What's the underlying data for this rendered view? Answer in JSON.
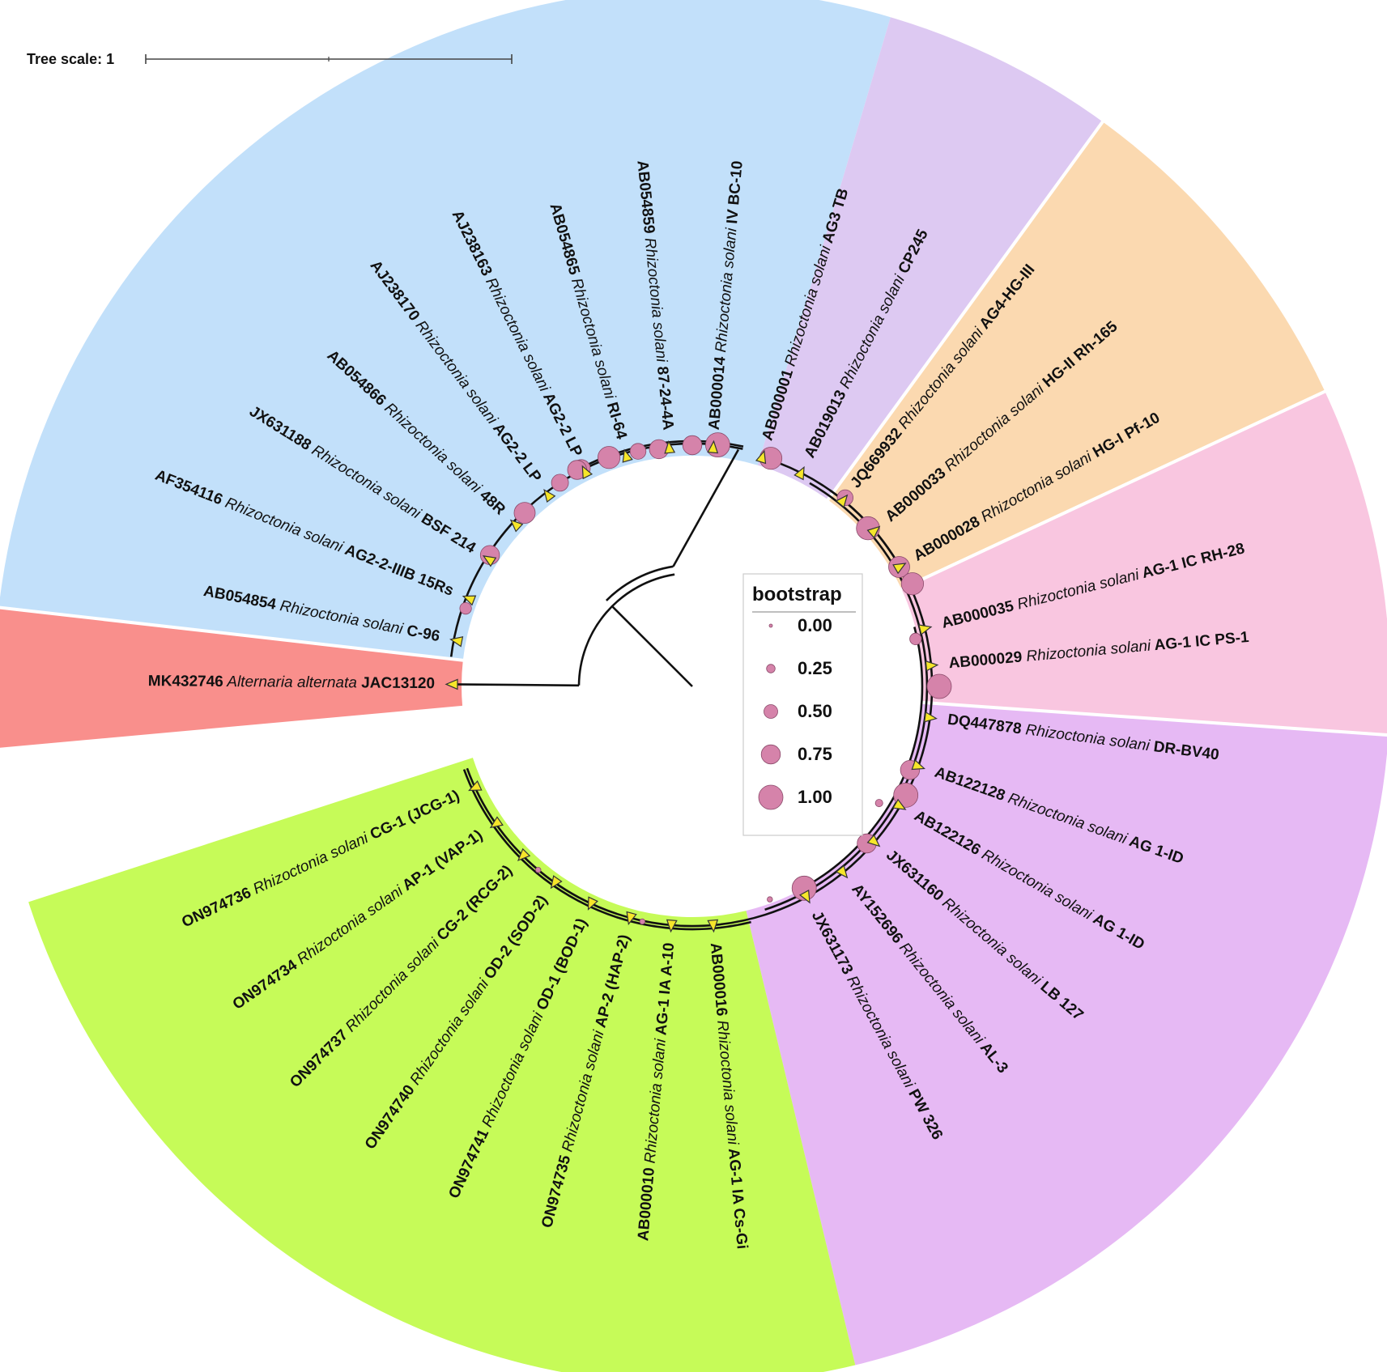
{
  "scale_bar": {
    "label": "Tree scale: 1"
  },
  "legend": {
    "title": "bootstrap",
    "items": [
      {
        "label": "0.00",
        "value": 0.0
      },
      {
        "label": "0.25",
        "value": 0.25
      },
      {
        "label": "0.50",
        "value": 0.5
      },
      {
        "label": "0.75",
        "value": 0.75
      },
      {
        "label": "1.00",
        "value": 1.0
      }
    ]
  },
  "clade_colors": {
    "blue": "#c2e0fa",
    "lavender": "#ddc9f2",
    "peach": "#fbd9b0",
    "pink": "#f9c6e0",
    "purple": "#e6b9f4",
    "green": "#c6fb58",
    "red": "#f98f8c"
  },
  "leaves": [
    {
      "accession": "MK432746",
      "genus": "Alternaria",
      "species": "alternata",
      "strain": "JAC13120",
      "clade": "red"
    },
    {
      "accession": "AB054854",
      "genus": "Rhizoctonia",
      "species": "solani",
      "strain": "C-96",
      "clade": "blue"
    },
    {
      "accession": "AF354116",
      "genus": "Rhizoctonia",
      "species": "solani",
      "strain": "AG2-2-IIIB 15Rs",
      "clade": "blue"
    },
    {
      "accession": "JX631188",
      "genus": "Rhizoctonia",
      "species": "solani",
      "strain": "BSF 214",
      "clade": "blue"
    },
    {
      "accession": "AB054866",
      "genus": "Rhizoctonia",
      "species": "solani",
      "strain": "48R",
      "clade": "blue"
    },
    {
      "accession": "AJ238170",
      "genus": "Rhizoctonia",
      "species": "solani",
      "strain": "AG2-2 LP",
      "clade": "blue"
    },
    {
      "accession": "AJ238163",
      "genus": "Rhizoctonia",
      "species": "solani",
      "strain": "AG2-2 LP",
      "clade": "blue"
    },
    {
      "accession": "AB054865",
      "genus": "Rhizoctonia",
      "species": "solani",
      "strain": "RI-64",
      "clade": "blue"
    },
    {
      "accession": "AB054859",
      "genus": "Rhizoctonia",
      "species": "solani",
      "strain": "87-24-4A",
      "clade": "blue"
    },
    {
      "accession": "AB000014",
      "genus": "Rhizoctonia",
      "species": "solani",
      "strain": "IV BC-10",
      "clade": "blue"
    },
    {
      "accession": "AB000001",
      "genus": "Rhizoctonia",
      "species": "solani",
      "strain": "AG3 TB",
      "clade": "lavender"
    },
    {
      "accession": "AB019013",
      "genus": "Rhizoctonia",
      "species": "solani",
      "strain": "CP245",
      "clade": "lavender"
    },
    {
      "accession": "JQ669932",
      "genus": "Rhizoctonia",
      "species": "solani",
      "strain": "AG4-HG-III",
      "clade": "peach"
    },
    {
      "accession": "AB000033",
      "genus": "Rhizoctonia",
      "species": "solani",
      "strain": "HG-II Rh-165",
      "clade": "peach"
    },
    {
      "accession": "AB000028",
      "genus": "Rhizoctonia",
      "species": "solani",
      "strain": "HG-I Pf-10",
      "clade": "peach"
    },
    {
      "accession": "AB000035",
      "genus": "Rhizoctonia",
      "species": "solani",
      "strain": "AG-1 IC RH-28",
      "clade": "pink"
    },
    {
      "accession": "AB000029",
      "genus": "Rhizoctonia",
      "species": "solani",
      "strain": "AG-1 IC PS-1",
      "clade": "pink"
    },
    {
      "accession": "DQ447878",
      "genus": "Rhizoctonia",
      "species": "solani",
      "strain": "DR-BV40",
      "clade": "purple"
    },
    {
      "accession": "AB122128",
      "genus": "Rhizoctonia",
      "species": "solani",
      "strain": "AG 1-ID",
      "clade": "purple"
    },
    {
      "accession": "AB122126",
      "genus": "Rhizoctonia",
      "species": "solani",
      "strain": "AG 1-ID",
      "clade": "purple"
    },
    {
      "accession": "JX631160",
      "genus": "Rhizoctonia",
      "species": "solani",
      "strain": "LB 127",
      "clade": "purple"
    },
    {
      "accession": "AY152696",
      "genus": "Rhizoctonia",
      "species": "solani",
      "strain": "AL-3",
      "clade": "purple"
    },
    {
      "accession": "JX631173",
      "genus": "Rhizoctonia",
      "species": "solani",
      "strain": "PW 326",
      "clade": "purple"
    },
    {
      "accession": "AB000016",
      "genus": "Rhizoctonia",
      "species": "solani",
      "strain": "AG-1 IA Cs-Gi",
      "clade": "green"
    },
    {
      "accession": "AB000010",
      "genus": "Rhizoctonia",
      "species": "solani",
      "strain": "AG-1 IA A-10",
      "clade": "green"
    },
    {
      "accession": "ON974735",
      "genus": "Rhizoctonia",
      "species": "solani",
      "strain": "AP-2 (HAP-2)",
      "clade": "green"
    },
    {
      "accession": "ON974741",
      "genus": "Rhizoctonia",
      "species": "solani",
      "strain": "OD-1 (BOD-1)",
      "clade": "green"
    },
    {
      "accession": "ON974740",
      "genus": "Rhizoctonia",
      "species": "solani",
      "strain": "OD-2 (SOD-2)",
      "clade": "green"
    },
    {
      "accession": "ON974737",
      "genus": "Rhizoctonia",
      "species": "solani",
      "strain": "CG-2 (RCG-2)",
      "clade": "green"
    },
    {
      "accession": "ON974734",
      "genus": "Rhizoctonia",
      "species": "solani",
      "strain": "AP-1 (VAP-1)",
      "clade": "green"
    },
    {
      "accession": "ON974736",
      "genus": "Rhizoctonia",
      "species": "solani",
      "strain": "CG-1 (JCG-1)",
      "clade": "green"
    }
  ],
  "bootstrap_nodes": [
    {
      "value": 1.0
    },
    {
      "value": 0.75
    },
    {
      "value": 0.75
    },
    {
      "value": 0.6
    },
    {
      "value": 0.9
    },
    {
      "value": 0.7
    },
    {
      "value": 0.75
    },
    {
      "value": 0.65
    },
    {
      "value": 0.85
    },
    {
      "value": 0.4
    },
    {
      "value": 0.75
    },
    {
      "value": 0.9
    },
    {
      "value": 0.6
    },
    {
      "value": 0.95
    },
    {
      "value": 0.85
    },
    {
      "value": 0.9
    },
    {
      "value": 1.0
    },
    {
      "value": 0.4
    },
    {
      "value": 0.2
    },
    {
      "value": 1.0
    },
    {
      "value": 0.75
    },
    {
      "value": 0.75
    },
    {
      "value": 1.0
    },
    {
      "value": 0.1
    },
    {
      "value": 0.1
    },
    {
      "value": 0.1
    }
  ]
}
